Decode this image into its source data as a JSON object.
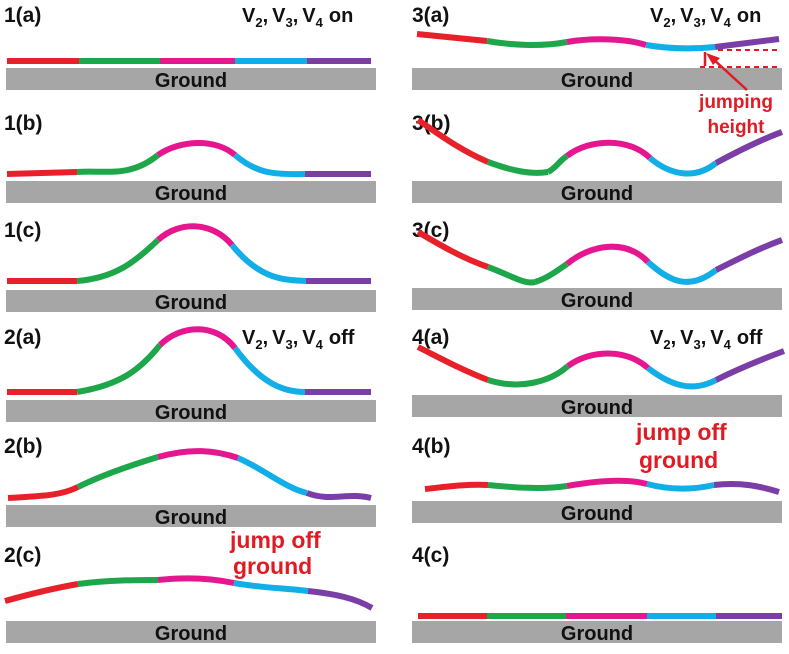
{
  "ground_label": "Ground",
  "colors": {
    "ground": "#a6a6a6",
    "segment_1": "#e8202a",
    "segment_2": "#1ea64a",
    "segment_3": "#e6168f",
    "segment_4": "#12aee8",
    "segment_5": "#7b3ea6",
    "annotation": "#e01b24"
  },
  "panels": {
    "p1a": {
      "label": "1(a)"
    },
    "p1b": {
      "label": "1(b)"
    },
    "p1c": {
      "label": "1(c)"
    },
    "p2a": {
      "label": "2(a)"
    },
    "p2b": {
      "label": "2(b)"
    },
    "p2c": {
      "label": "2(c)"
    },
    "p3a": {
      "label": "3(a)"
    },
    "p3b": {
      "label": "3(b)"
    },
    "p3c": {
      "label": "3(c)"
    },
    "p4a": {
      "label": "4(a)"
    },
    "p4b": {
      "label": "4(b)"
    },
    "p4c": {
      "label": "4(c)"
    }
  },
  "voltage_labels": {
    "on": {
      "v": "V",
      "s2": "2",
      "s3": "3",
      "s4": "4",
      "sep": ",",
      "state": "on"
    },
    "off": {
      "v": "V",
      "s2": "2",
      "s3": "3",
      "s4": "4",
      "sep": ",",
      "state": "off"
    }
  },
  "annotations": {
    "jump_off_line1": "jump off",
    "jump_off_line2": "ground",
    "jumping_line1": "jumping",
    "jumping_line2": "height"
  }
}
